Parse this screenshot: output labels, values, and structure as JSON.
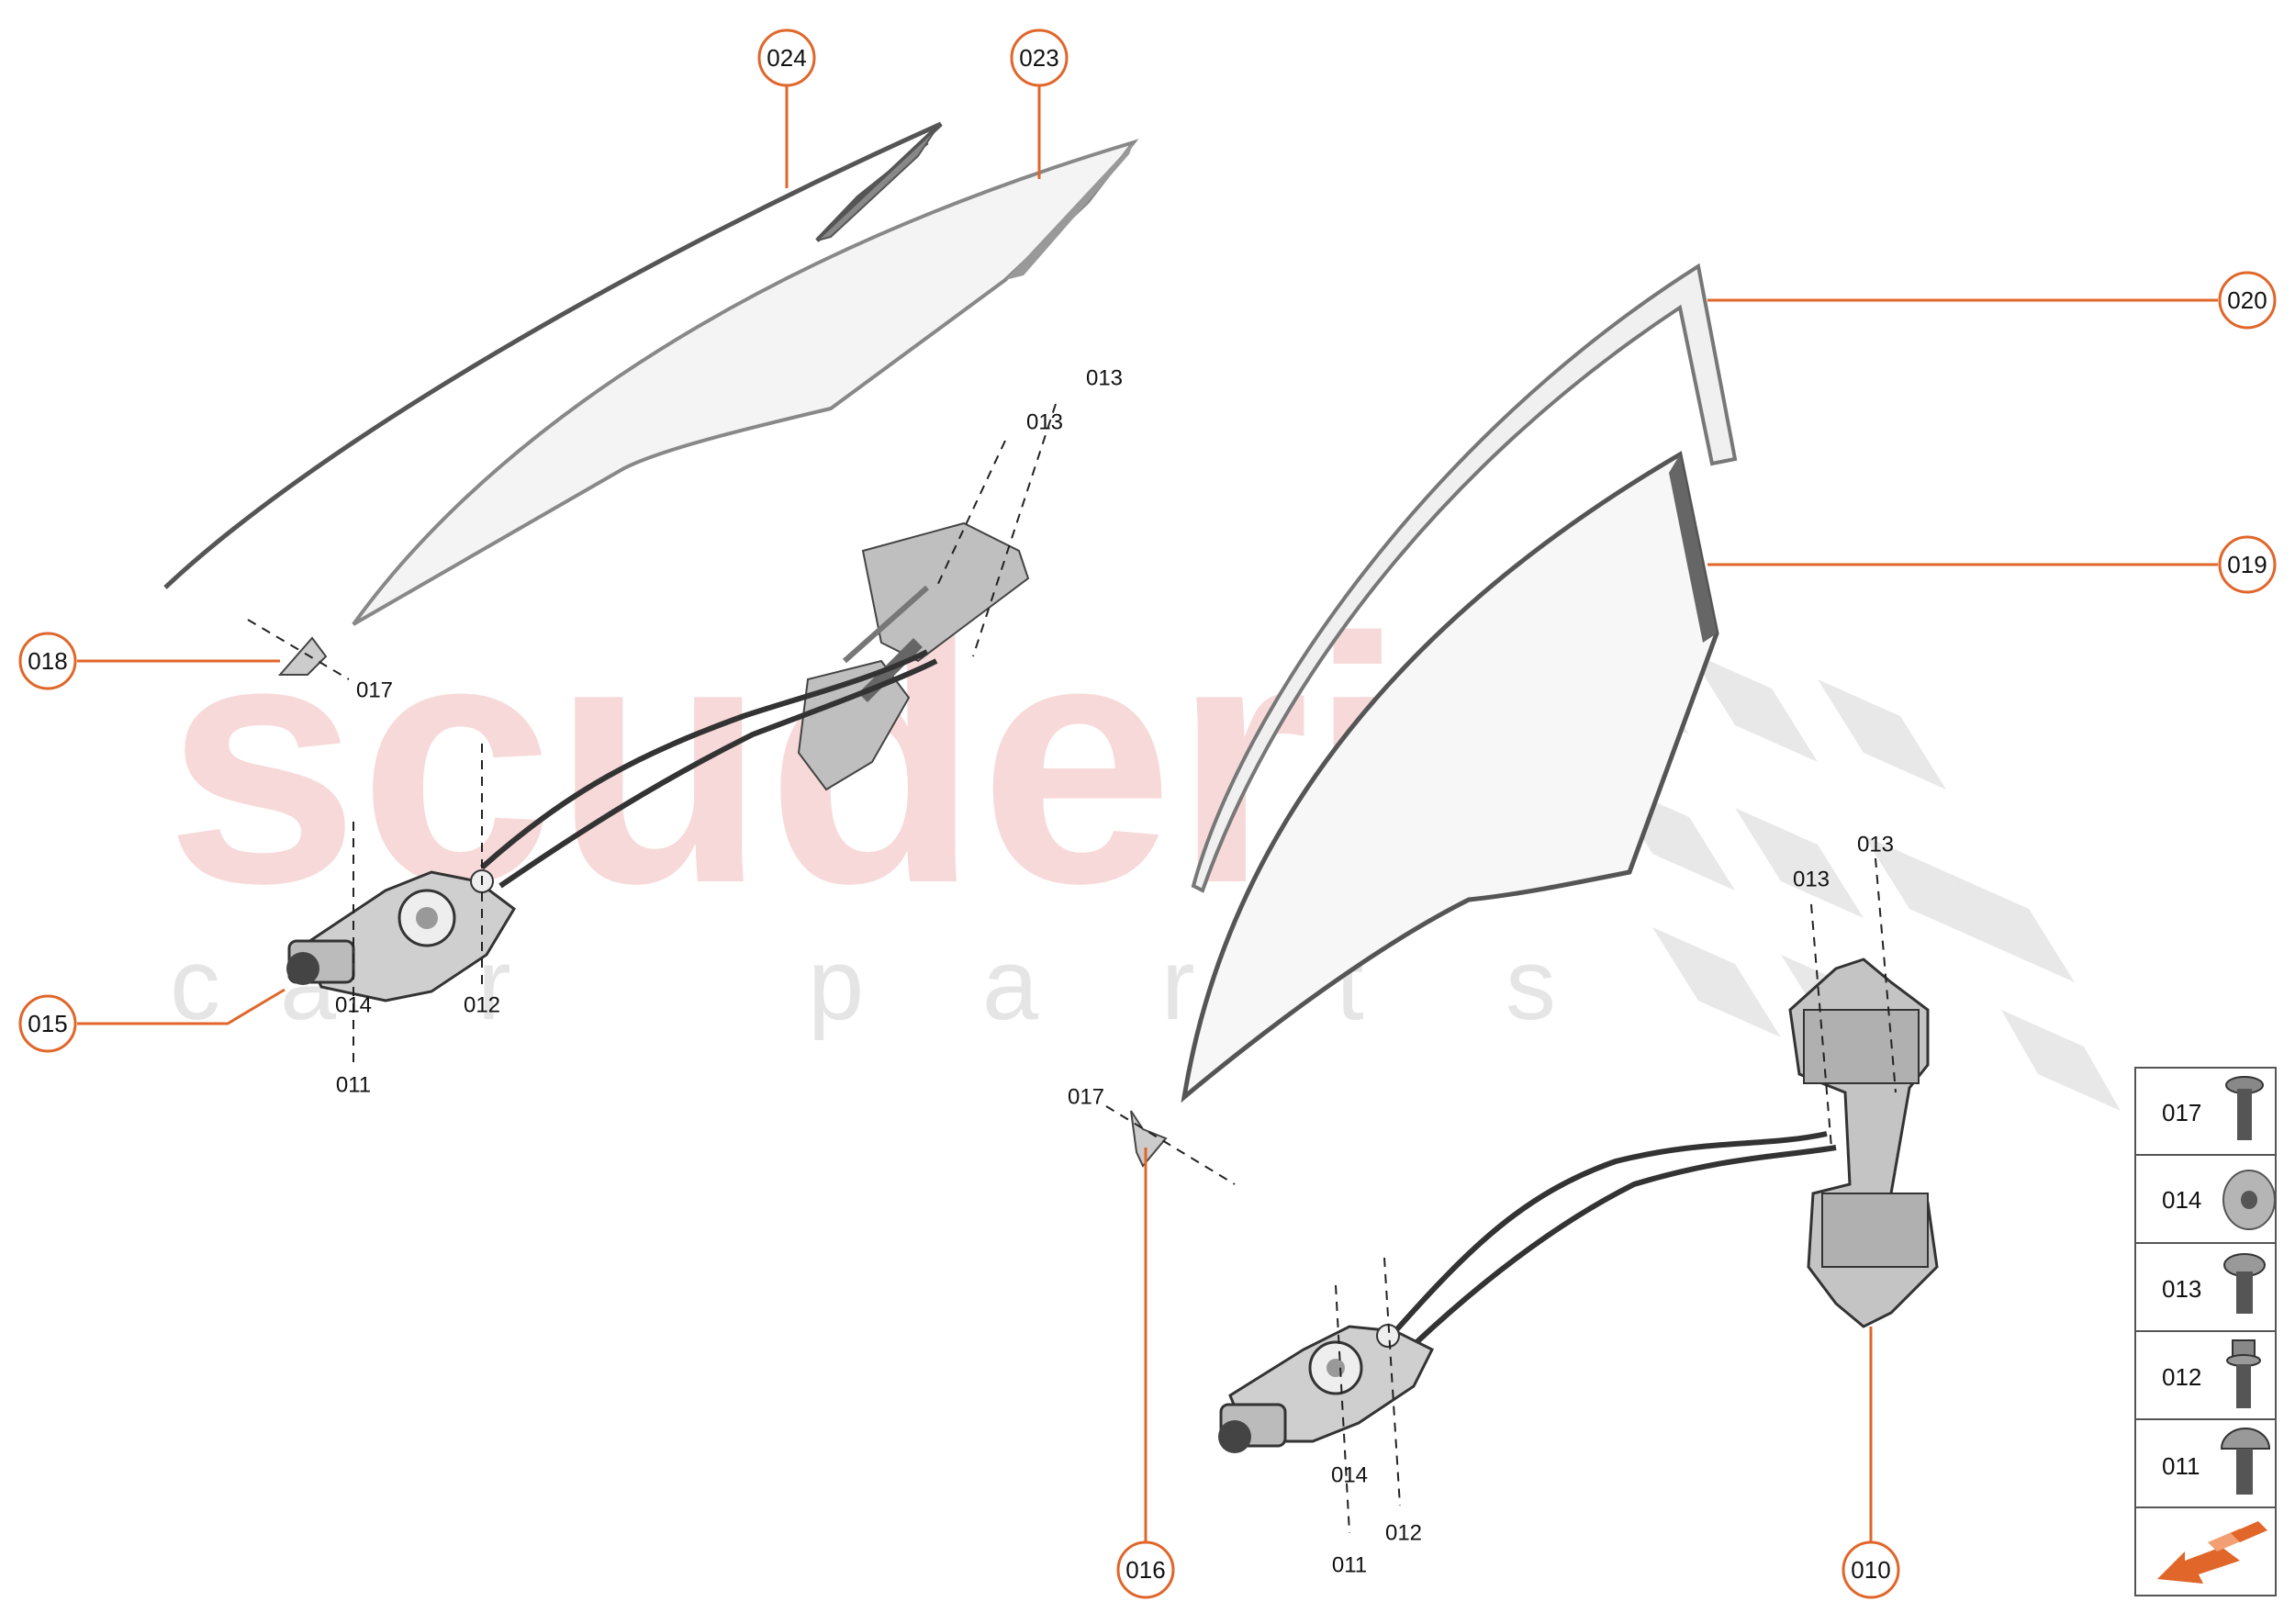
{
  "watermark": {
    "brand": "scuderia",
    "sub_letters": [
      "c",
      "a",
      "r",
      "p",
      "a",
      "r",
      "t",
      "s"
    ]
  },
  "callouts": {
    "c024": "024",
    "c023": "023",
    "c020": "020",
    "c019": "019",
    "c018": "018",
    "c015": "015",
    "c016": "016",
    "c010": "010"
  },
  "labels": {
    "l013_a": "013",
    "l013_b": "013",
    "l017_left": "017",
    "l014_left": "014",
    "l012_left": "012",
    "l011_left": "011",
    "l017_right": "017",
    "l013_c": "013",
    "l013_d": "013",
    "l014_right": "014",
    "l012_right": "012",
    "l011_right": "011"
  },
  "legend": {
    "items": [
      {
        "code": "017",
        "icon": "countersunk-screw-icon"
      },
      {
        "code": "014",
        "icon": "washer-icon"
      },
      {
        "code": "013",
        "icon": "pan-head-screw-icon"
      },
      {
        "code": "012",
        "icon": "flange-bolt-icon"
      },
      {
        "code": "011",
        "icon": "button-head-screw-icon"
      }
    ],
    "footer_icon": "direction-arrow-icon"
  },
  "colors": {
    "callout": "#e0662a",
    "line": "#222222",
    "watermark_red": "#f3b4b4",
    "watermark_grey": "#d6d6d6"
  }
}
